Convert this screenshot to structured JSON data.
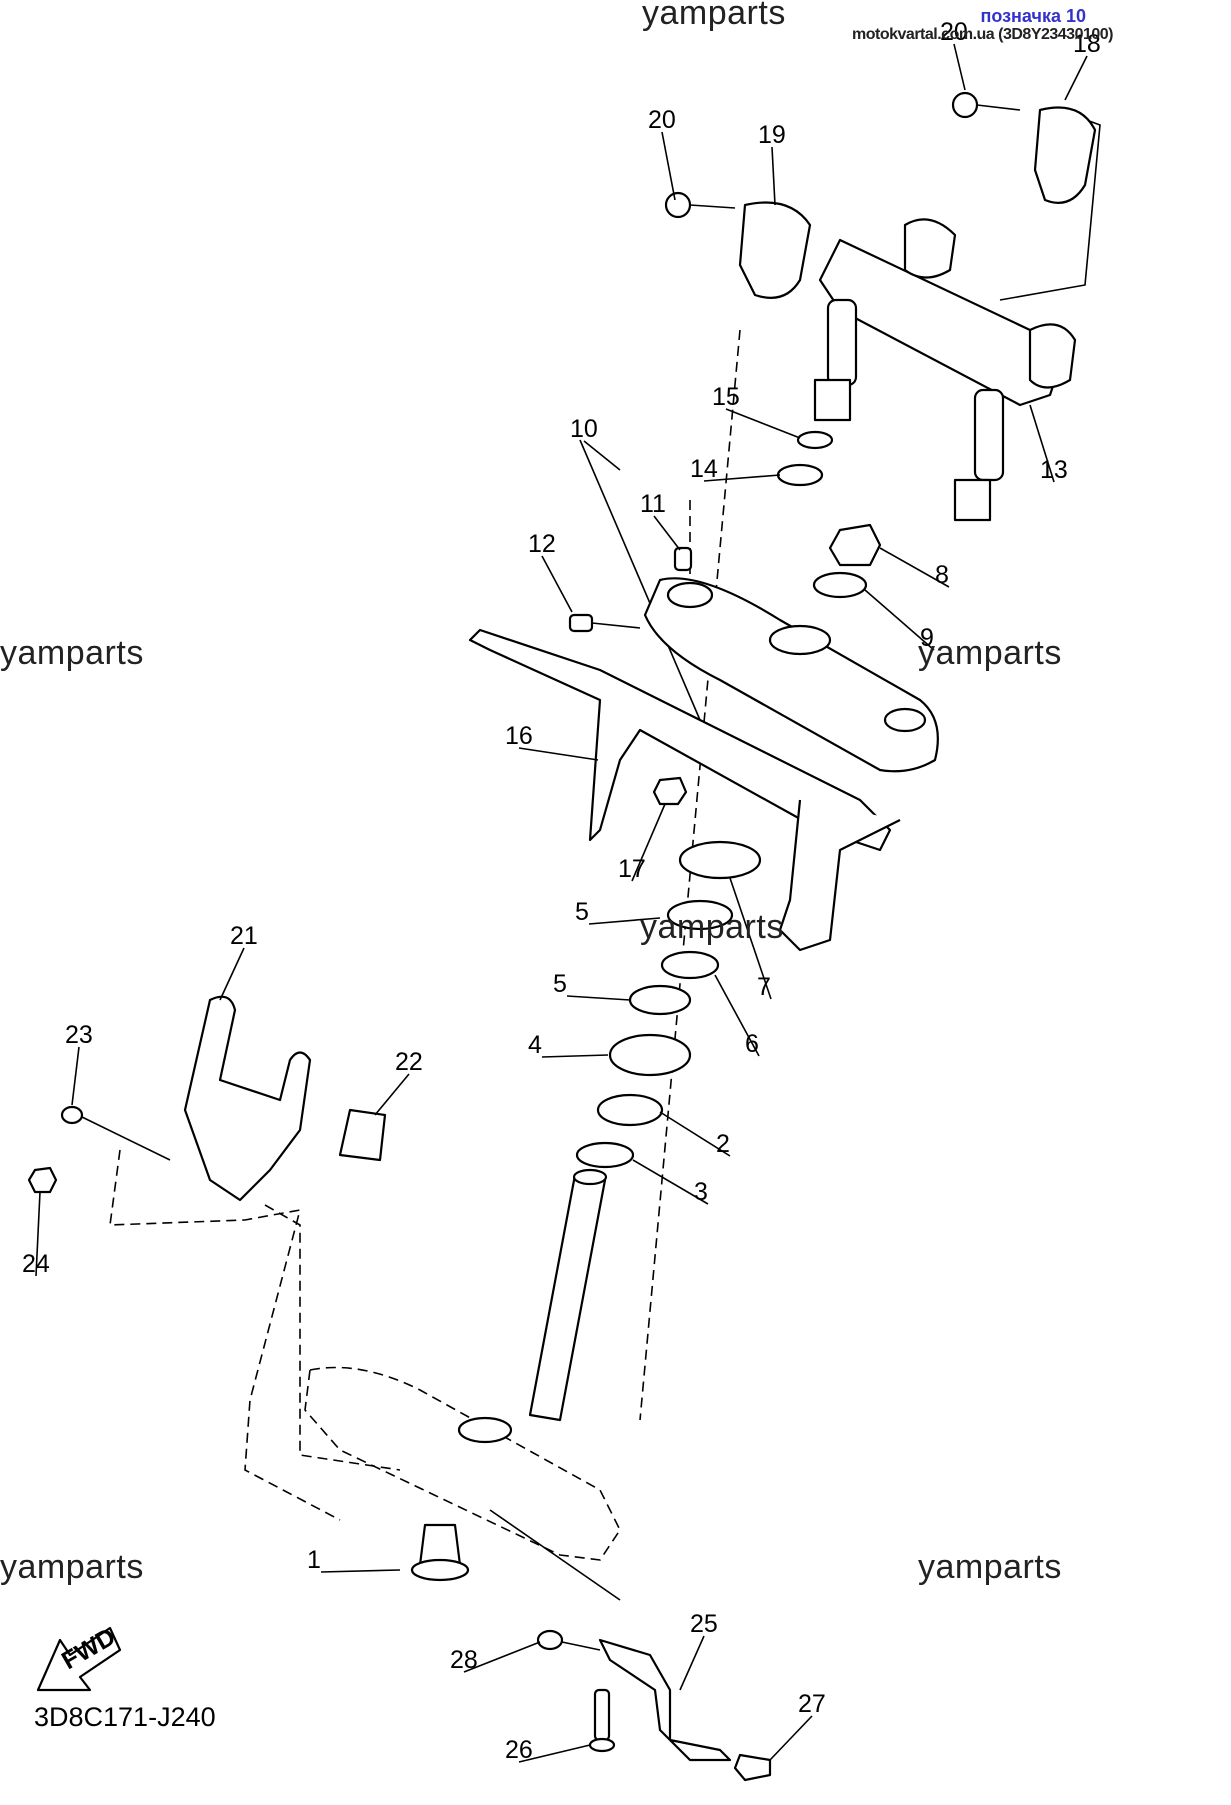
{
  "header": {
    "link_text": "позначка 10",
    "source_text": "motokvartal.com.ua (3D8Y23430100)"
  },
  "watermarks": [
    "yamparts",
    "yamparts",
    "yamparts",
    "yamparts",
    "yamparts",
    "yamparts"
  ],
  "diagram_code": "3D8C171-J240",
  "fwd_label": "FWD",
  "callouts": [
    "20",
    "18",
    "20",
    "19",
    "15",
    "13",
    "10",
    "14",
    "11",
    "8",
    "12",
    "9",
    "16",
    "17",
    "5",
    "7",
    "5",
    "6",
    "4",
    "2",
    "3",
    "21",
    "23",
    "22",
    "24",
    "1",
    "25",
    "28",
    "27",
    "26"
  ],
  "colors": {
    "link": "#3333cc",
    "ink": "#000000",
    "background": "#ffffff"
  }
}
